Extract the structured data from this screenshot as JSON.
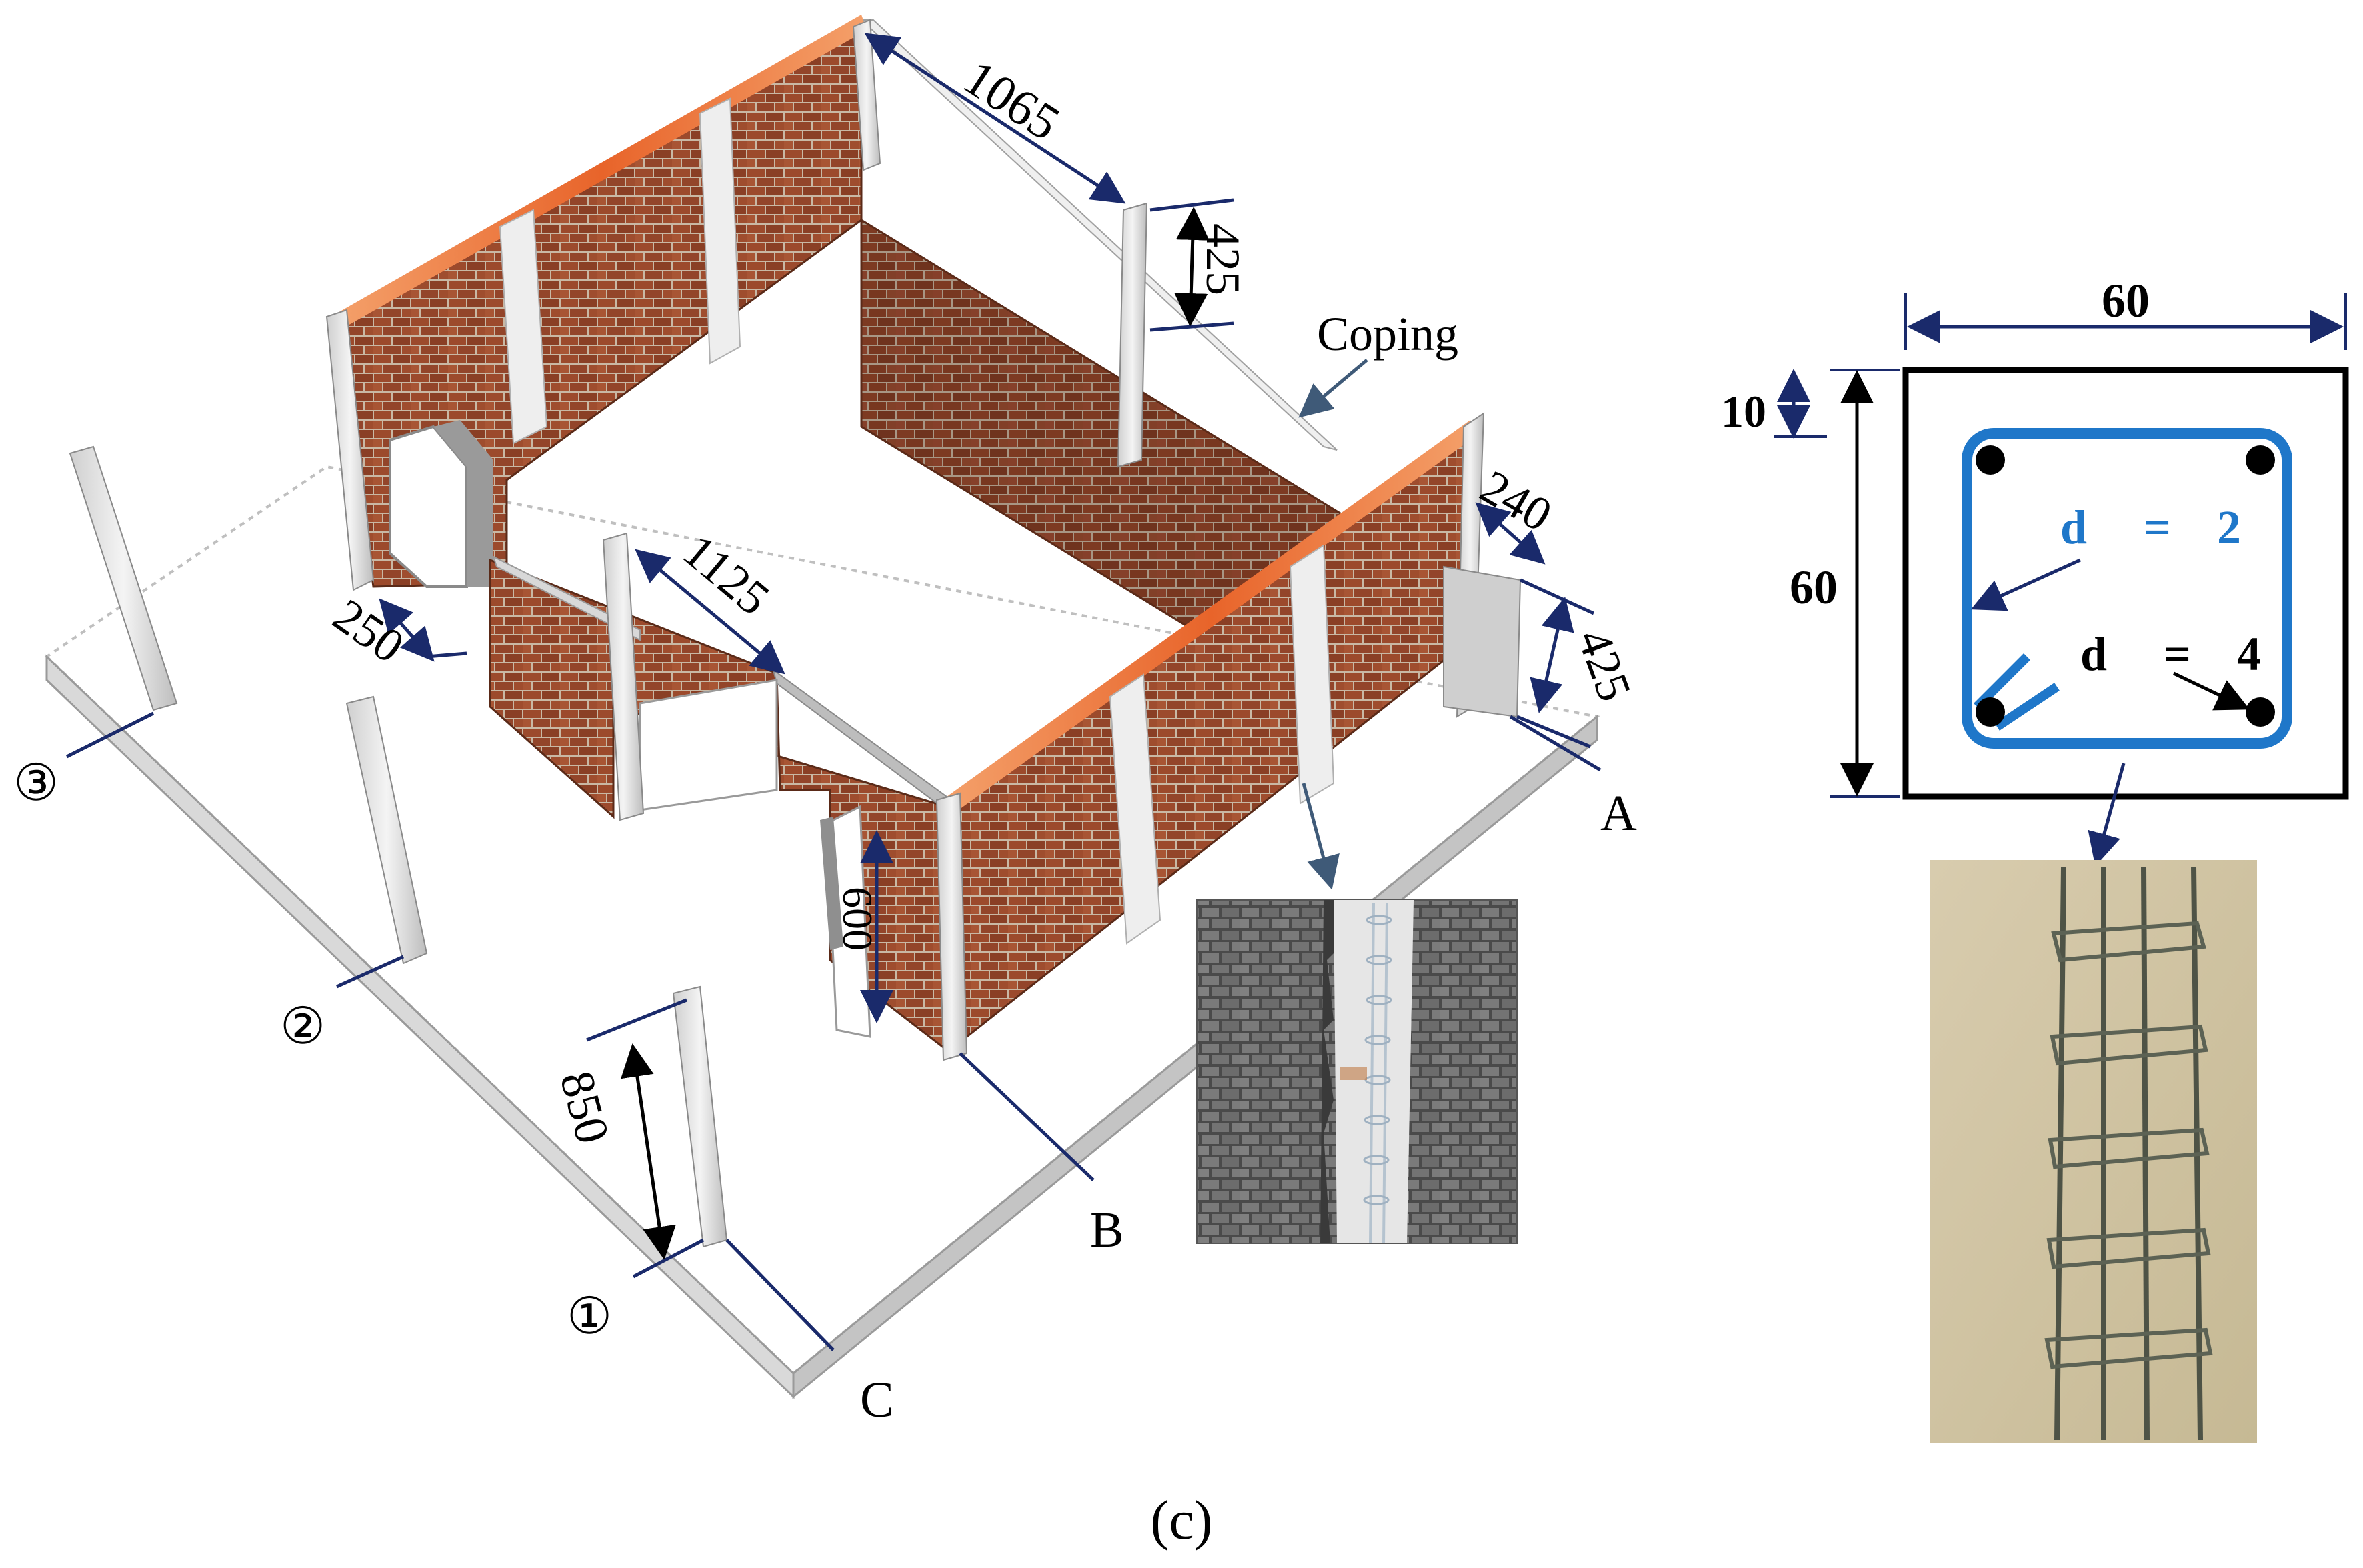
{
  "figure": {
    "caption": "(c)"
  },
  "model": {
    "dimensions": {
      "top_span": "1065",
      "column_height_back": "425",
      "front_span": "1125",
      "door_side": "250",
      "wall_thickness": "240",
      "column_height_right": "425",
      "door_height": "600",
      "column_height_front": "850"
    },
    "labels": {
      "coping": "Coping",
      "axis_a": "A",
      "axis_b": "B",
      "axis_c": "C",
      "axis_1": "①",
      "axis_2": "②",
      "axis_3": "③"
    }
  },
  "section": {
    "width": "60",
    "height": "60",
    "cover": "10",
    "stirrup": {
      "symbol": "d",
      "equals": "=",
      "value": "2"
    },
    "bar": {
      "symbol": "d",
      "equals": "=",
      "value": "4"
    }
  },
  "colors": {
    "brick": "#9c4a2c",
    "mortar": "#c9b8a4",
    "coping_top": "#f07a3a",
    "column": "#e8e8e8",
    "stirrup_blue": "#1f77c9",
    "leader_navy": "#1a2a6b",
    "photo_grey": "#6f6f6f",
    "photo_tan": "#d8ccae"
  },
  "icons": [
    "rebar-cage-photo",
    "masonry-joint-photo"
  ]
}
